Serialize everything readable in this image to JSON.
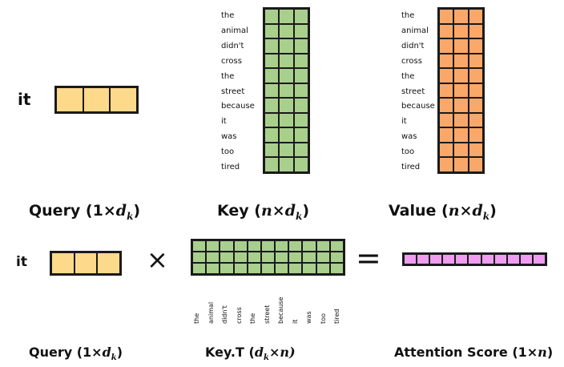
{
  "token": "it",
  "words": [
    "the",
    "animal",
    "didn't",
    "cross",
    "the",
    "street",
    "because",
    "it",
    "was",
    "too",
    "tired"
  ],
  "colors": {
    "query": "#fdd98b",
    "key": "#a9cf8d",
    "value": "#f9a86a",
    "score": "#ef9cf1",
    "border": "#1a1a1a"
  },
  "labels": {
    "query": {
      "prefix": "Query (1×",
      "var": "d",
      "sub": "k",
      "suffix": ")"
    },
    "key": {
      "prefix": "Key (",
      "var": "n×d",
      "sub": "k",
      "suffix": ")"
    },
    "value": {
      "prefix": "Value (",
      "var": "n×d",
      "sub": "k",
      "suffix": ")"
    },
    "query2": {
      "prefix": "Query (1×",
      "var": "d",
      "sub": "k",
      "suffix": ")"
    },
    "keyT": {
      "prefix": "Key.T (",
      "var": "d",
      "sub": "k",
      "suffix": "×n)"
    },
    "score": {
      "prefix": "Attention Score (1×",
      "var": "n",
      "sub": "",
      "suffix": ")"
    }
  },
  "operators": {
    "times": "×",
    "equals": "="
  }
}
